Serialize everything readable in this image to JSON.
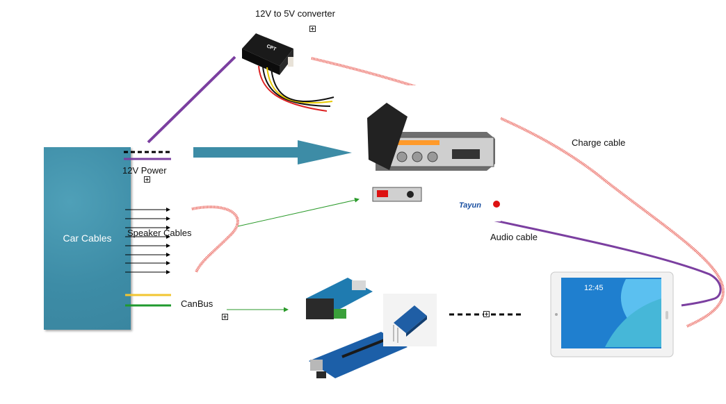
{
  "car_cables": {
    "label": "Car Cables"
  },
  "labels": {
    "converter": "12V to 5V converter",
    "power": "12V Power",
    "speaker": "Speaker Cables",
    "canbus": "CanBus",
    "charge": "Charge cable",
    "audio": "Audio cable"
  },
  "devices": {
    "converter_brand": "CPT",
    "amp_brand": "Tayun",
    "tablet_clock": "12:45"
  },
  "colors": {
    "car_box": "#3d8ca6",
    "power_wire": "#7b3fa0",
    "charge_cable": "#e8534a",
    "speaker_cable": "#e8534a",
    "canbus_yellow": "#f2c531",
    "canbus_green": "#1f9a2e",
    "arrow_blue": "#3d8ca6",
    "signal_green": "#2a9a2a",
    "audio_cable": "#7b3fa0"
  }
}
